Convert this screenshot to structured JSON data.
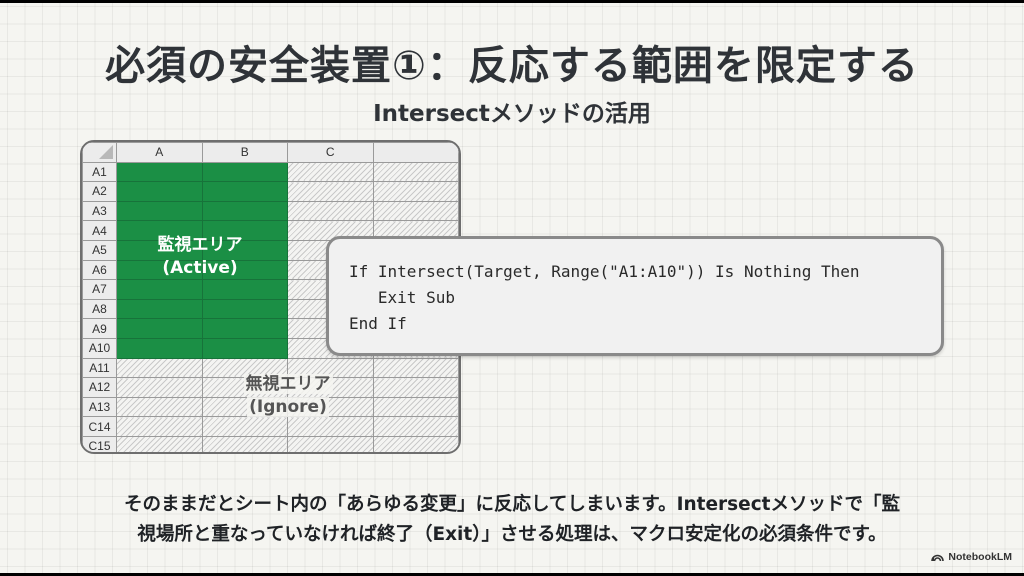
{
  "slide": {
    "title": "必須の安全装置①：反応する範囲を限定する",
    "subtitle": "Intersectメソッドの活用"
  },
  "spreadsheet": {
    "columns": [
      "A",
      "B",
      "C",
      ""
    ],
    "rows": [
      "A1",
      "A2",
      "A3",
      "A4",
      "A5",
      "A6",
      "A7",
      "A8",
      "A9",
      "A10",
      "A11",
      "A12",
      "A13",
      "C14",
      "C15"
    ],
    "active_rows": 10,
    "active_cols": 2,
    "active_label_line1": "監視エリア",
    "active_label_line2": "(Active)",
    "ignore_label_line1": "無視エリア",
    "ignore_label_line2": "(Ignore)",
    "active_color": "#1b8f45"
  },
  "code": {
    "text": "If Intersect(Target, Range(\"A1:A10\")) Is Nothing Then\n   Exit Sub\nEnd If"
  },
  "footer": {
    "line1": "そのままだとシート内の「あらゆる変更」に反応してしまいます。Intersectメソッドで「監",
    "line2": "視場所と重なっていなければ終了（Exit）」させる処理は、マクロ安定化の必須条件です。"
  },
  "branding": {
    "label": "NotebookLM"
  }
}
